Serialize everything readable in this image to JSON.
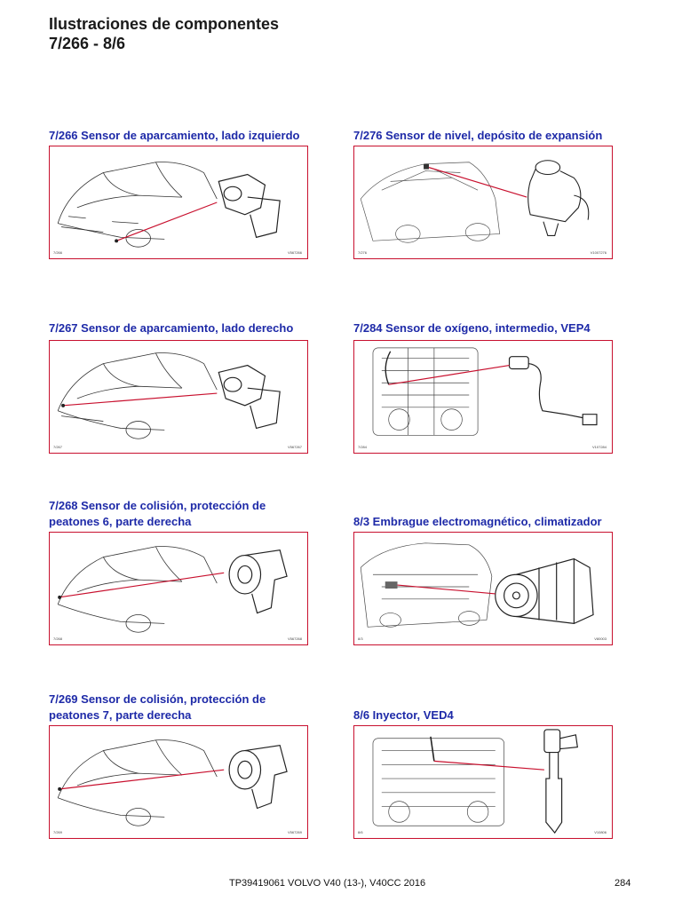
{
  "header": {
    "line1": "Ilustraciones de componentes",
    "line2": "7/266 - 8/6"
  },
  "cards": [
    {
      "title": "7/266 Sensor de aparcamiento, lado izquierdo",
      "code_left": "7/266",
      "code_right": "V567266"
    },
    {
      "title": "7/276 Sensor de nivel, depósito de expansión",
      "code_left": "7/276",
      "code_right": "V1007276"
    },
    {
      "title": "7/267 Sensor de aparcamiento, lado derecho",
      "code_left": "7/267",
      "code_right": "V567267"
    },
    {
      "title": "7/284 Sensor de oxígeno, intermedio, VEP4",
      "code_left": "7/284",
      "code_right": "V107284"
    },
    {
      "title": "7/268 Sensor de colisión, protección de\npeatones 6, parte derecha",
      "code_left": "7/268",
      "code_right": "V567268"
    },
    {
      "title": "8/3 Embrague electromagnético, climatizador",
      "code_left": "8/3",
      "code_right": "V80003"
    },
    {
      "title": "7/269 Sensor de colisión, protección de\npeatones 7, parte derecha",
      "code_left": "7/269",
      "code_right": "V567269"
    },
    {
      "title": "8/6 Inyector, VED4",
      "code_left": "8/6",
      "code_right": "V10806"
    }
  ],
  "footer": {
    "document": "TP39419061 VOLVO V40 (13-), V40CC 2016",
    "page": "284"
  },
  "colors": {
    "title_blue": "#1e2aa8",
    "frame_red": "#c8102e",
    "leader_red": "#c8102e"
  }
}
